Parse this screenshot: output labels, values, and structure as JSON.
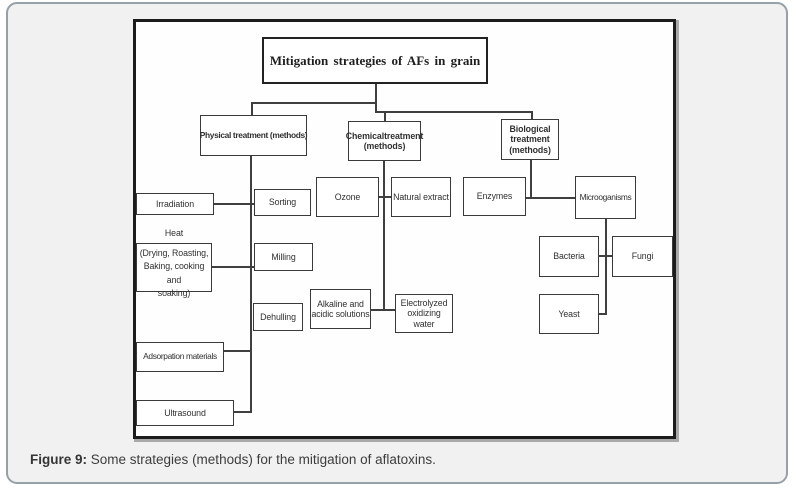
{
  "colors": {
    "card_background": "#f1f1f2",
    "card_border": "#97a0a6",
    "diagram_border": "#1c1c1c",
    "node_border": "#3a3a3a",
    "connector": "#3f3f3f"
  },
  "caption": {
    "label": "Figure 9:",
    "text": " Some strategies (methods) for the mitigation of aflatoxins."
  },
  "nodes": {
    "title": {
      "label": "Mitigation strategies of AFs in grain"
    },
    "physical": {
      "label": "Physical treatment (methods)"
    },
    "chemical": {
      "lines": [
        "Chemicaltreatment",
        "(methods)"
      ]
    },
    "biological": {
      "lines": [
        "Biological",
        "treatment",
        "(methods)"
      ]
    },
    "irradiation": {
      "label": "Irradiation"
    },
    "heat": {
      "lines": [
        "Heat",
        "(Drying, Roasting,",
        "Baking, cooking and",
        "soaking)"
      ]
    },
    "adsorpation": {
      "label": "Adsorpation materials"
    },
    "ultrasound": {
      "label": "Ultrasound"
    },
    "sorting": {
      "label": "Sorting"
    },
    "milling": {
      "label": "Milling"
    },
    "dehulling": {
      "label": "Dehulling"
    },
    "ozone": {
      "label": "Ozone"
    },
    "natural_extract": {
      "label": "Natural extract"
    },
    "alkaline": {
      "lines": [
        "Alkaline and",
        "acidic solutions"
      ]
    },
    "electrolyzed": {
      "lines": [
        "Electrolyzed",
        "oxidizing water"
      ]
    },
    "enzymes": {
      "label": "Enzymes"
    },
    "microoganisms": {
      "label": "Microoganisms"
    },
    "bacteria": {
      "label": "Bacteria"
    },
    "fungi": {
      "label": "Fungi"
    },
    "yeast": {
      "label": "Yeast"
    }
  },
  "hierarchy": {
    "root": "Mitigation strategies of AFs in grain",
    "branches": [
      {
        "name": "Physical treatment (methods)",
        "children": [
          "Irradiation",
          "Heat (Drying, Roasting, Baking, cooking and soaking)",
          "Adsorpation materials",
          "Ultrasound",
          "Sorting",
          "Milling",
          "Dehulling"
        ]
      },
      {
        "name": "Chemicaltreatment (methods)",
        "children": [
          "Ozone",
          "Natural extract",
          "Alkaline and acidic solutions",
          "Electrolyzed oxidizing water"
        ]
      },
      {
        "name": "Biological treatment (methods)",
        "children": [
          "Enzymes",
          "Microoganisms",
          "Bacteria",
          "Fungi",
          "Yeast"
        ]
      }
    ]
  }
}
